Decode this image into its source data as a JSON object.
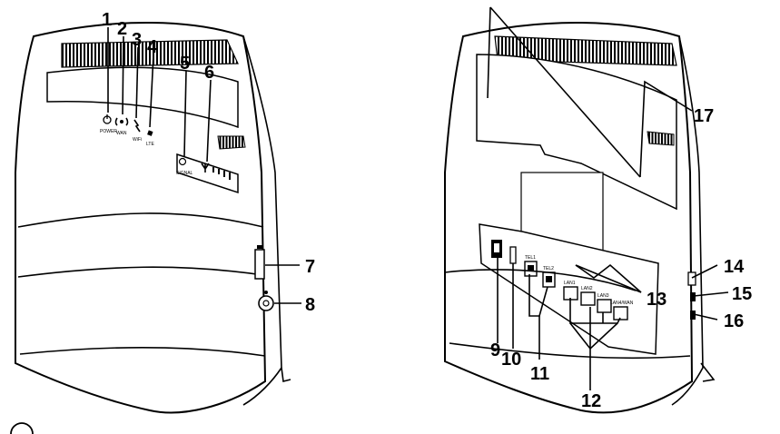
{
  "front_callouts": [
    "1",
    "2",
    "3",
    "4",
    "5",
    "6",
    "7",
    "8"
  ],
  "back_callouts": [
    "9",
    "10",
    "11",
    "12",
    "13",
    "14",
    "15",
    "16",
    "17"
  ],
  "front_led_labels": [
    "POWER",
    "WAN",
    "WiFi",
    "LTE",
    "SIGNAL"
  ],
  "back_port_labels": [
    "TEL1",
    "TEL2",
    "LAN1",
    "LAN2",
    "LAN3",
    "LAN4/WAN"
  ],
  "corner_glyph": "",
  "colors": {
    "line": "#000000",
    "background": "#ffffff",
    "router_body": "#ffffff"
  }
}
